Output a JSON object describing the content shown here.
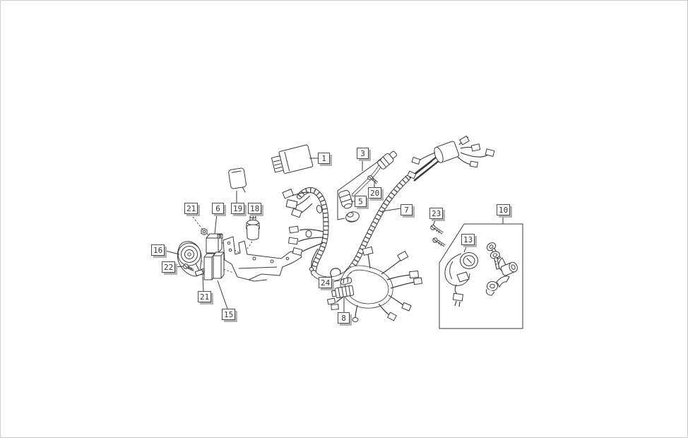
{
  "callouts": [
    {
      "num": "1"
    },
    {
      "num": "3"
    },
    {
      "num": "20"
    },
    {
      "num": "5"
    },
    {
      "num": "7"
    },
    {
      "num": "21"
    },
    {
      "num": "6"
    },
    {
      "num": "19"
    },
    {
      "num": "18"
    },
    {
      "num": "16"
    },
    {
      "num": "22"
    },
    {
      "num": "21"
    },
    {
      "num": "15"
    },
    {
      "num": "24"
    },
    {
      "num": "8"
    },
    {
      "num": "23"
    },
    {
      "num": "10"
    },
    {
      "num": "13"
    }
  ],
  "colors": {
    "line": "#3b3b3b",
    "callout_border": "#4f4f4f",
    "callout_shadow": "#b4b4b4",
    "background": "#ffffff"
  }
}
